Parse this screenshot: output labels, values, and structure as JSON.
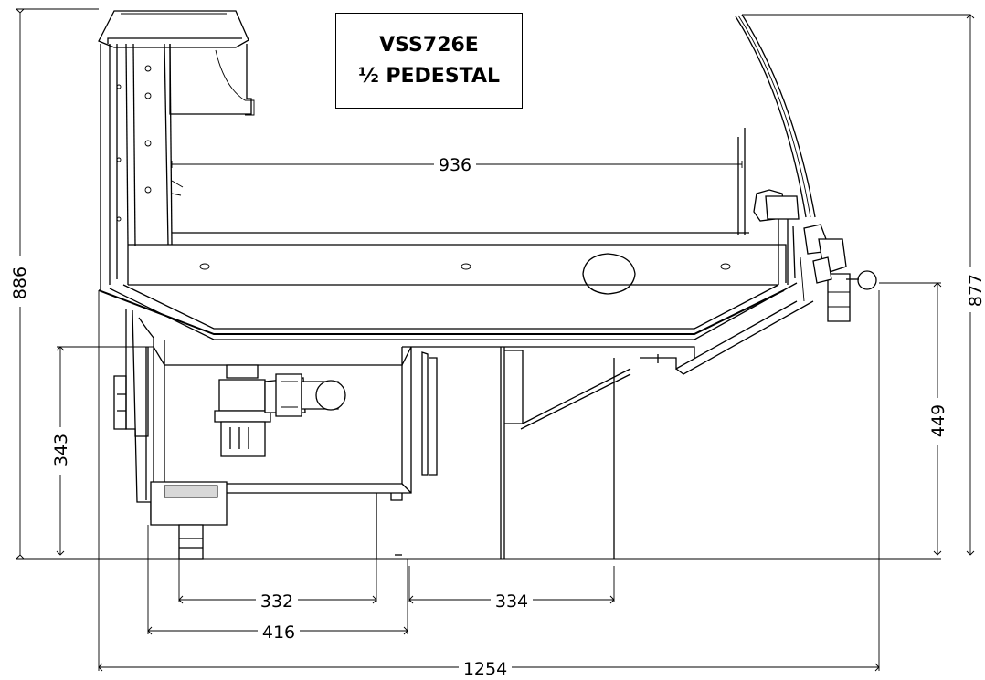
{
  "title_box": {
    "model": "VSS726E",
    "variant": "½ PEDESTAL"
  },
  "dimensions": {
    "overall_height": "886",
    "height_to_canopy": "877",
    "interior_width": "936",
    "base_height": "343",
    "front_height": "449",
    "base_width_a": "332",
    "base_width_b": "334",
    "base_depth": "416",
    "overall_width": "1254"
  }
}
